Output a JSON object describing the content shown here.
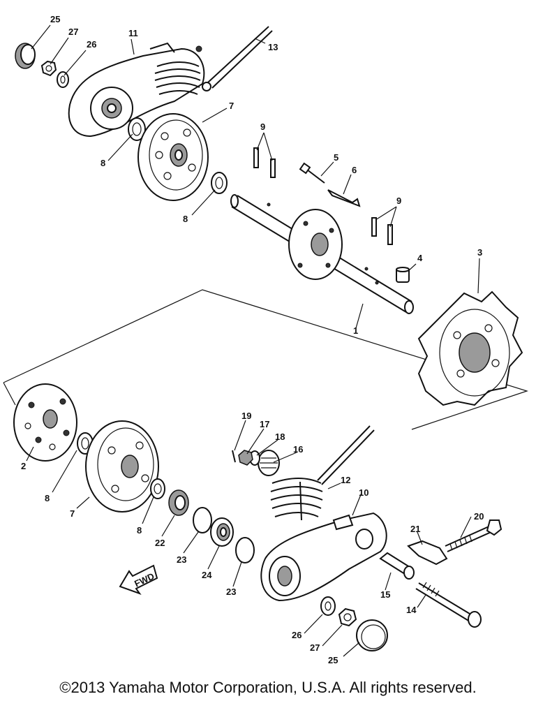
{
  "copyright": "©2013 Yamaha Motor Corporation, U.S.A. All rights reserved.",
  "fwd_label": "FWD",
  "callouts": {
    "c1": "1",
    "c2": "2",
    "c3": "3",
    "c4": "4",
    "c5": "5",
    "c6": "6",
    "c7a": "7",
    "c7b": "7",
    "c8a": "8",
    "c8b": "8",
    "c8c": "8",
    "c8d": "8",
    "c9a": "9",
    "c9b": "9",
    "c10": "10",
    "c11": "11",
    "c12": "12",
    "c13": "13",
    "c14": "14",
    "c15": "15",
    "c16": "16",
    "c17": "17",
    "c18": "18",
    "c19": "19",
    "c20": "20",
    "c21": "21",
    "c22": "22",
    "c23a": "23",
    "c23b": "23",
    "c24": "24",
    "c25a": "25",
    "c25b": "25",
    "c26a": "26",
    "c26b": "26",
    "c27a": "27",
    "c27b": "27"
  }
}
